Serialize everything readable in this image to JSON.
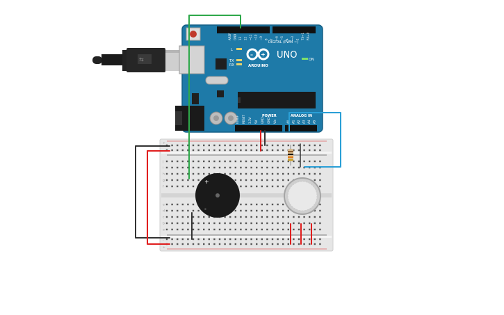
{
  "board": {
    "name": "UNO",
    "brand": "ARDUINO",
    "digital_label": "DIGITAL (PWM ~)",
    "power_label": "POWER",
    "analog_label": "ANALOG IN",
    "on_label": "ON",
    "led_l": "L",
    "led_tx": "TX",
    "led_rx": "RX",
    "digital_pins": [
      "AREF",
      "GND",
      "13",
      "12",
      "~11",
      "~10",
      "~9",
      "8",
      "7",
      "~6",
      "~5",
      "4",
      "~3",
      "2",
      "TX→1",
      "RX←0"
    ],
    "power_pins": [
      "IOREF",
      "RESET",
      "3.3V",
      "5V",
      "GND",
      "GND",
      "Vin"
    ],
    "analog_pins": [
      "A0",
      "A1",
      "A2",
      "A3",
      "A4",
      "A5"
    ]
  },
  "breadboard": {
    "row_letters_top": [
      "j",
      "i",
      "h",
      "g",
      "f"
    ],
    "row_letters_bottom": [
      "e",
      "d",
      "c",
      "b",
      "a"
    ],
    "rail_plus": "+",
    "rail_minus": "-"
  },
  "buzzer": {
    "plus": "+",
    "minus": "-"
  },
  "colors": {
    "board": "#1e7aa8",
    "board_dark": "#155f85",
    "breadboard": "#e6e6e6",
    "wire_green": "#2ea84a",
    "wire_red": "#e01e1e",
    "wire_black": "#333333",
    "wire_blue": "#2a9fd6"
  }
}
